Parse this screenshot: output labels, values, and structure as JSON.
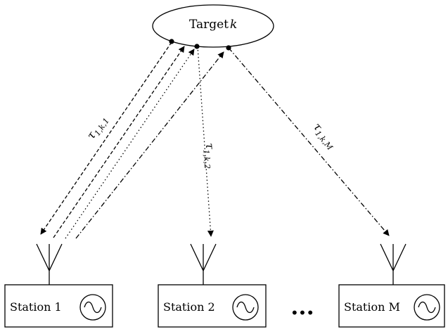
{
  "target": {
    "label_prefix": "Target ",
    "label_var": "k"
  },
  "stations": [
    {
      "label": "Station 1"
    },
    {
      "label": "Station 2"
    },
    {
      "label": "Station M"
    }
  ],
  "ellipsis": "...",
  "delays": [
    {
      "sym": "τ",
      "sub": "1,k,1"
    },
    {
      "sym": "τ",
      "sub": "1,k,2"
    },
    {
      "sym": "τ",
      "sub": "1,k,M"
    }
  ],
  "colors": {
    "stroke": "#000000",
    "background": "#ffffff"
  }
}
